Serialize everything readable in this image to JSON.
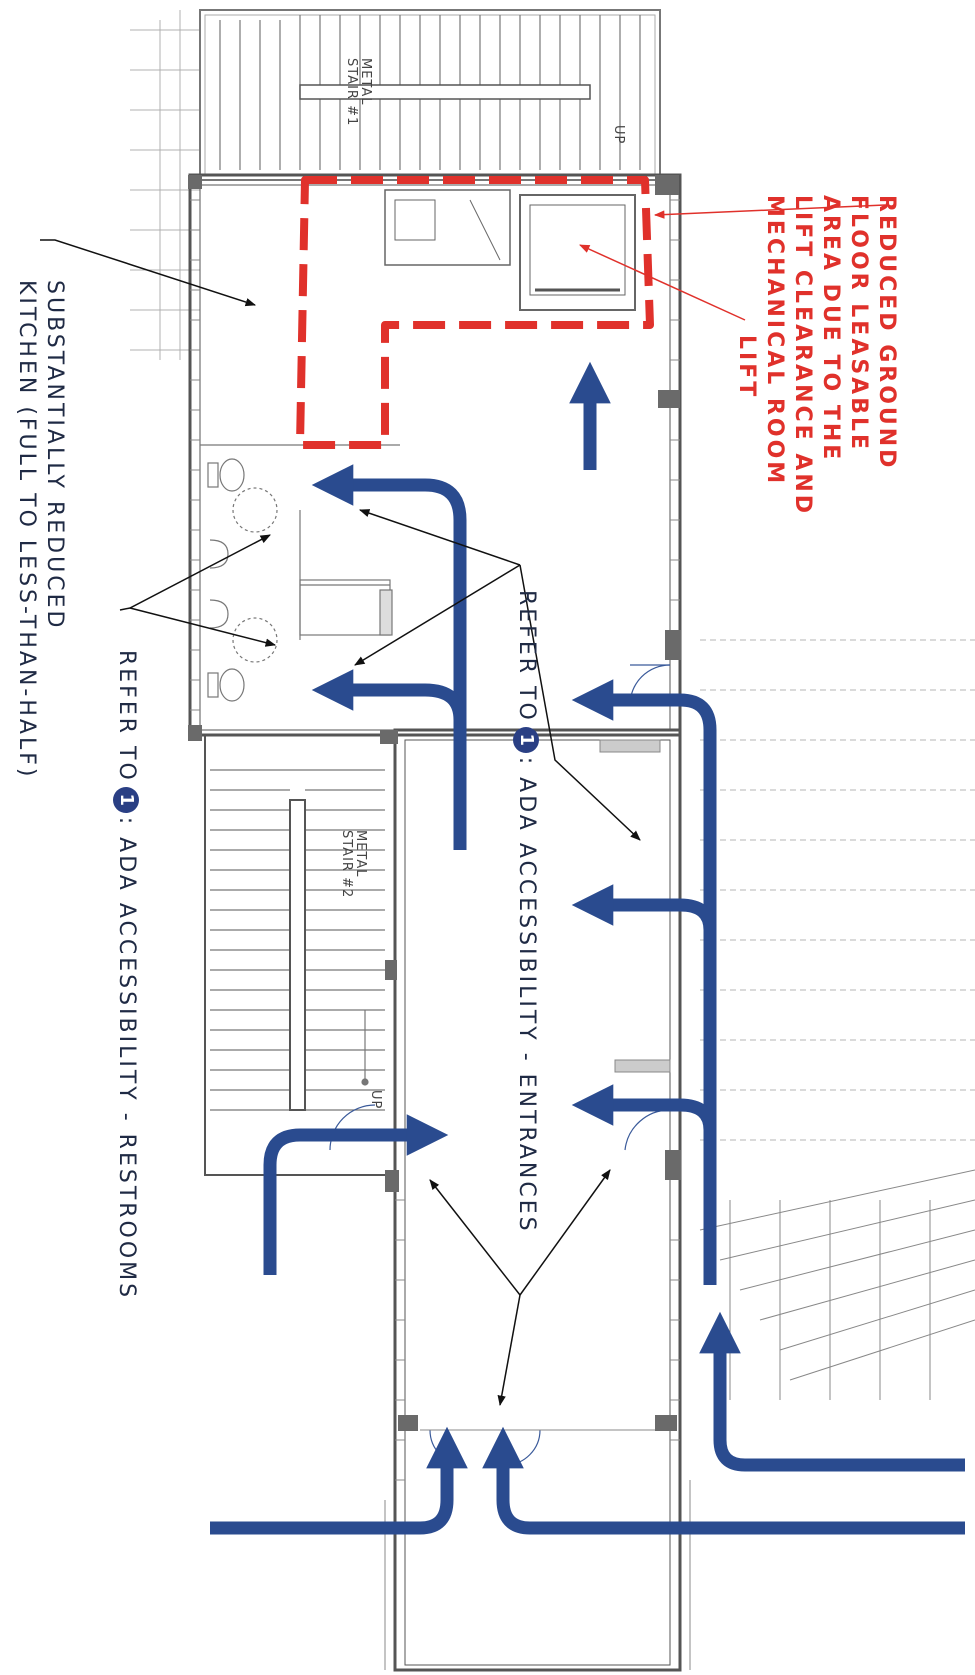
{
  "callouts": {
    "reduced_area": [
      "REDUCED GROUND",
      "FLOOR LEASABLE",
      "AREA DUE TO THE",
      "LIFT CLEARANCE AND",
      "MECHANICAL ROOM"
    ],
    "lift": "LIFT",
    "kitchen": [
      "SUBSTANTIALLY REDUCED",
      "KITCHEN (FULL TO LESS-THAN-HALF)"
    ],
    "entrances_prefix": "REFER TO",
    "entrances_ref": "1",
    "entrances_suffix": ": ADA ACCESSIBILITY - ENTRANCES",
    "restrooms_prefix": "REFER TO",
    "restrooms_ref": "1",
    "restrooms_suffix": ": ADA ACCESSIBILITY - RESTROOMS"
  },
  "stairs": {
    "stair1": [
      "METAL",
      "STAIR #1"
    ],
    "stair2": [
      "METAL",
      "STAIR #2"
    ],
    "up_label": "UP"
  },
  "colors": {
    "wall": "#555555",
    "thin_line": "#9a9a9a",
    "highlight_red": "#e0312b",
    "route_blue": "#2a4b8f",
    "badge_blue": "#2a3f84"
  }
}
